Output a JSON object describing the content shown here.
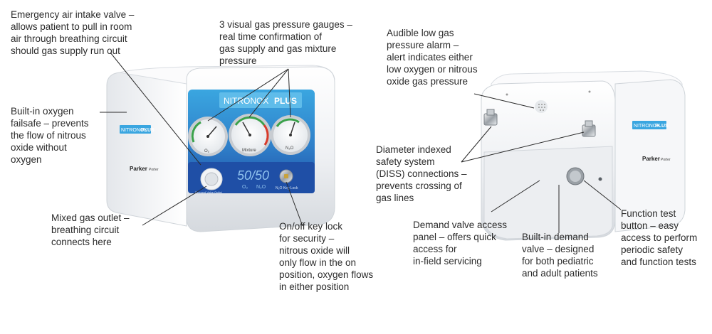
{
  "callouts": {
    "emergency_valve": "Emergency air intake valve –\nallows patient to pull in room\nair through breathing circuit\nshould gas supply run out",
    "gauges": "3 visual gas pressure gauges –\nreal time confirmation of\ngas supply and gas mixture\npressure",
    "oxygen_failsafe": "Built-in oxygen\nfailsafe – prevents\nthe flow of nitrous\noxide without\noxygen",
    "mixed_gas_outlet": "Mixed gas outlet –\nbreathing circuit\nconnects here",
    "key_lock": "On/off key lock\nfor security –\nnitrous oxide will\nonly flow in the on\nposition, oxygen flows\nin either position",
    "low_gas_alarm": "Audible low gas\npressure alarm –\nalert indicates either\nlow oxygen or nitrous\noxide gas pressure",
    "diss_connections": "Diameter indexed\nsafety system\n(DISS) connections –\nprevents crossing of\ngas lines",
    "access_panel": "Demand valve access\npanel – offers quick\naccess for\nin-field servicing",
    "demand_valve": "Built-in demand\nvalve – designed\nfor both pediatric\nand adult patients",
    "function_test": "Function test\nbutton – easy\naccess to perform\nperiodic safety\nand function tests"
  },
  "device": {
    "brand": "NITRONOX",
    "brand_suffix": "PLUS",
    "mix_ratio": "50/50",
    "o2_label": "O₂",
    "n2o_label": "N₂O",
    "gauge_left_label": "O₂",
    "gauge_center_label": "Mixture",
    "gauge_right_label": "N₂O",
    "outlet_label": "Demand Valve Outlet",
    "key_label": "N₂O Key Lock",
    "maker": "Parker",
    "maker_sub": "Porter",
    "side_brand": "NITRONOX",
    "side_brand_suffix": "PLUS",
    "rear_brand": "NITRONOX",
    "rear_brand_suffix": "PLUS",
    "rear_maker": "Parker",
    "rear_maker_sub": "Porter"
  },
  "colors": {
    "panel_blue": "#1f4fa6",
    "panel_light": "#3aa6e0",
    "gauge_green": "#3aa14a",
    "gauge_red": "#d83a2a",
    "housing": "#f2f3f5"
  }
}
